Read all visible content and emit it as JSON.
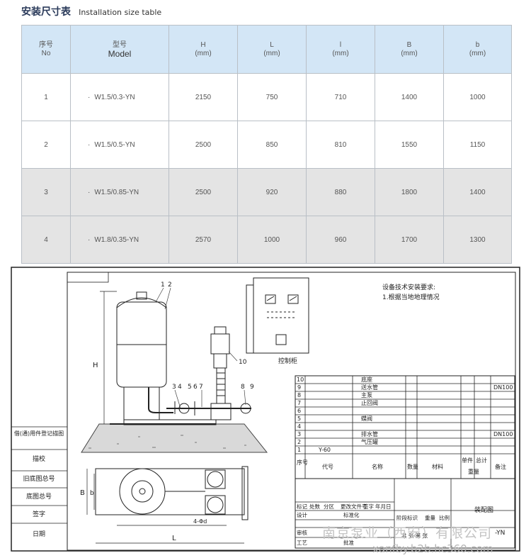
{
  "header": {
    "title_cn": "安装尺寸表",
    "title_en": "Installation size table"
  },
  "size_table": {
    "columns": [
      {
        "line1": "序号",
        "line2": "No"
      },
      {
        "line1": "型号",
        "line2": "Model"
      },
      {
        "line1": "H",
        "line2": "(mm)"
      },
      {
        "line1": "L",
        "line2": "(mm)"
      },
      {
        "line1": "l",
        "line2": "(mm)"
      },
      {
        "line1": "B",
        "line2": "(mm)"
      },
      {
        "line1": "b",
        "line2": "(mm)"
      }
    ],
    "rows": [
      {
        "no": "1",
        "model": "W1.5/0.3-YN",
        "H": "2150",
        "L": "750",
        "l": "710",
        "B": "1400",
        "b": "1000"
      },
      {
        "no": "2",
        "model": "W1.5/0.5-YN",
        "H": "2500",
        "L": "850",
        "l": "810",
        "B": "1550",
        "b": "1150"
      },
      {
        "no": "3",
        "model": "W1.5/0.85-YN",
        "H": "2500",
        "L": "920",
        "l": "880",
        "B": "1800",
        "b": "1400"
      },
      {
        "no": "4",
        "model": "W1.8/0.35-YN",
        "H": "2570",
        "L": "1000",
        "l": "960",
        "B": "1700",
        "b": "1300"
      }
    ]
  },
  "drawing": {
    "requirements_title": "设备技术安装要求:",
    "requirements_item": "1.根据当地地理情况",
    "cabinet_label": "控制柜",
    "dim_H": "H",
    "dim_B": "B",
    "dim_b": "b",
    "dim_L": "L",
    "dim_hole": "4-Φd",
    "callouts": [
      "1",
      "2",
      "3",
      "4",
      "5",
      "6",
      "7",
      "8",
      "9",
      "10"
    ],
    "side_stamp": [
      "借(通)用件登记描图",
      "描校",
      "旧底图总号",
      "底图总号",
      "签字",
      "日期"
    ],
    "bom": [
      {
        "seq": "10",
        "code": "",
        "name": "底座",
        "note": ""
      },
      {
        "seq": "9",
        "code": "",
        "name": "送水管",
        "note": "DN100"
      },
      {
        "seq": "8",
        "code": "",
        "name": "主泵",
        "note": ""
      },
      {
        "seq": "7",
        "code": "",
        "name": "止回阀",
        "note": ""
      },
      {
        "seq": "6",
        "code": "",
        "name": "",
        "note": ""
      },
      {
        "seq": "5",
        "code": "",
        "name": "蝶阀",
        "note": ""
      },
      {
        "seq": "4",
        "code": "",
        "name": "",
        "note": ""
      },
      {
        "seq": "3",
        "code": "",
        "name": "排水管",
        "note": "DN100"
      },
      {
        "seq": "2",
        "code": "",
        "name": "气压罐",
        "note": ""
      },
      {
        "seq": "1",
        "code": "Y-60",
        "name": "",
        "note": ""
      }
    ],
    "bom_header": {
      "seq": "序号",
      "code": "代号",
      "name": "名称",
      "qty": "数量",
      "material": "材料",
      "unit": "单件",
      "total": "总计",
      "weight": "重量",
      "note": "备注"
    },
    "title_block": {
      "row1": [
        "标记",
        "处数",
        "分区",
        "更改文件号",
        "签字",
        "年月日"
      ],
      "row2": [
        "设计",
        "",
        "标准化"
      ],
      "row3": [
        "审核",
        "",
        ""
      ],
      "row4": [
        "工艺",
        "",
        "批准"
      ],
      "stage": "阶段标识",
      "weight": "重量",
      "scale": "比例",
      "sheet": "共 张 第 张",
      "drawing_name": "装配图",
      "suffix": "-YN"
    }
  },
  "watermark": {
    "company": "南京泵业（西安）有限公司",
    "url": "xanfby.b2b.hc360.com"
  }
}
